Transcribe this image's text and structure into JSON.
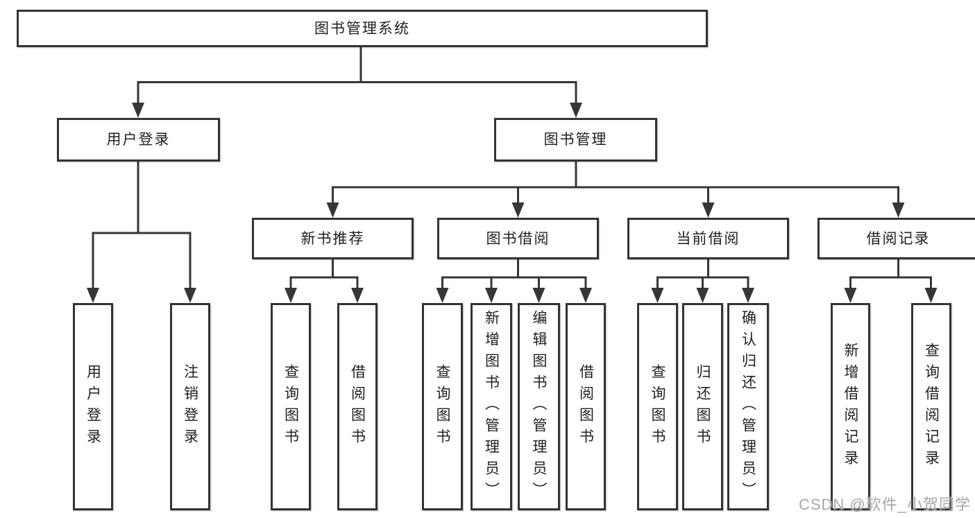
{
  "diagram": {
    "type": "org-hierarchy",
    "tree": {
      "label": "图书管理系统",
      "children": [
        {
          "label": "用户登录",
          "children": [
            {
              "label": "用户登录"
            },
            {
              "label": "注销登录"
            }
          ]
        },
        {
          "label": "图书管理",
          "children": [
            {
              "label": "新书推荐",
              "children": [
                {
                  "label": "查询图书"
                },
                {
                  "label": "借阅图书"
                }
              ]
            },
            {
              "label": "图书借阅",
              "children": [
                {
                  "label": "查询图书"
                },
                {
                  "label": "新增图书（管理员）"
                },
                {
                  "label": "编辑图书（管理员）"
                },
                {
                  "label": "借阅图书"
                }
              ]
            },
            {
              "label": "当前借阅",
              "children": [
                {
                  "label": "查询图书"
                },
                {
                  "label": "归还图书"
                },
                {
                  "label": "确认归还（管理员）"
                }
              ]
            },
            {
              "label": "借阅记录",
              "children": [
                {
                  "label": "新增借阅记录"
                },
                {
                  "label": "查询借阅记录"
                }
              ]
            }
          ]
        }
      ]
    }
  },
  "watermark": {
    "text": "CSDN @软件_小贺同学"
  },
  "colors": {
    "line": "#363636",
    "box_border": "#333333",
    "box_fill": "#ffffff",
    "text": "#1f1f1f",
    "watermark": "#a6a6a6"
  }
}
